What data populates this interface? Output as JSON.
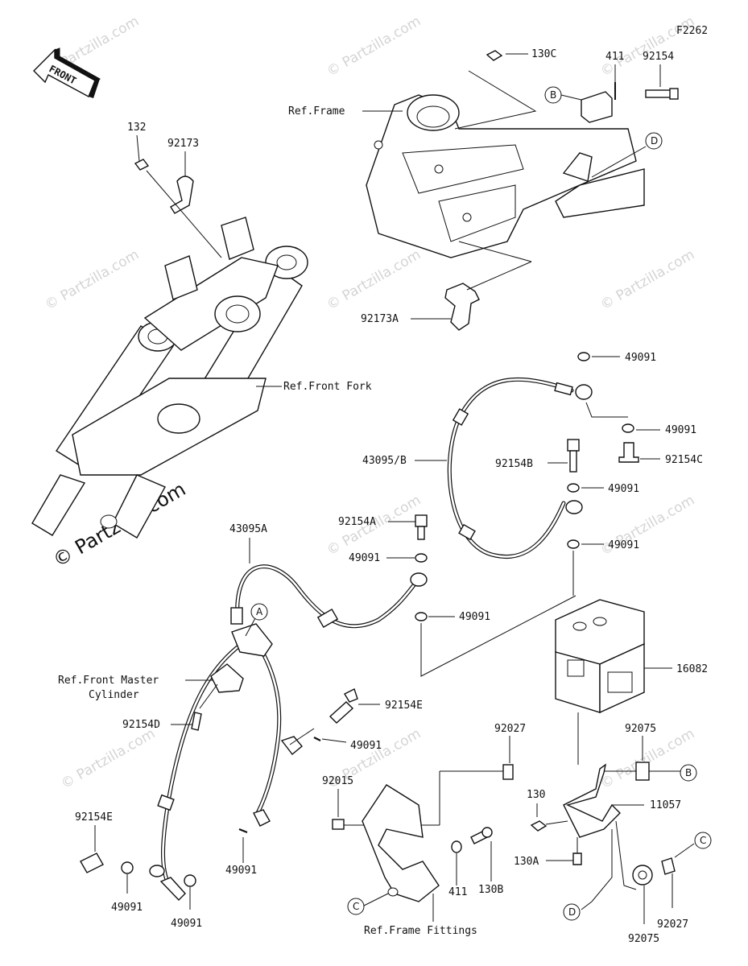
{
  "diagram_code": "F2262",
  "front_arrow": "FRONT",
  "watermark": "© Partzilla.com",
  "labels": {
    "p130C": "130C",
    "p411_top": "411",
    "p92154_top": "92154",
    "ref_frame": "Ref.Frame",
    "p132": "132",
    "p92173": "92173",
    "p92173A": "92173A",
    "ref_front_fork": "Ref.Front Fork",
    "p49091_a": "49091",
    "p49091_b": "49091",
    "p92154C": "92154C",
    "p43095B": "43095/B",
    "p92154B": "92154B",
    "p49091_c": "49091",
    "p49091_d": "49091",
    "p92154A": "92154A",
    "p49091_e": "49091",
    "p49091_f": "49091",
    "p43095A": "43095A",
    "ref_master_1": "Ref.Front Master",
    "ref_master_2": "Cylinder",
    "p92154D": "92154D",
    "p92154E_r": "92154E",
    "p49091_g": "49091",
    "p16082": "16082",
    "p92027_top": "92027",
    "p92075_top": "92075",
    "p92015": "92015",
    "p130": "130",
    "p11057": "11057",
    "p130A": "130A",
    "p130B": "130B",
    "p411_bottom": "411",
    "p92154E_l": "92154E",
    "p49091_h": "49091",
    "p49091_i": "49091",
    "p49091_j": "49091",
    "p92027_bottom": "92027",
    "p92075_bottom": "92075",
    "ref_frame_fittings": "Ref.Frame Fittings"
  },
  "callouts": {
    "A": "A",
    "B_top": "B",
    "D_top": "D",
    "B_right": "B",
    "C_right": "C",
    "C_bottom": "C",
    "D_bottom": "D"
  }
}
